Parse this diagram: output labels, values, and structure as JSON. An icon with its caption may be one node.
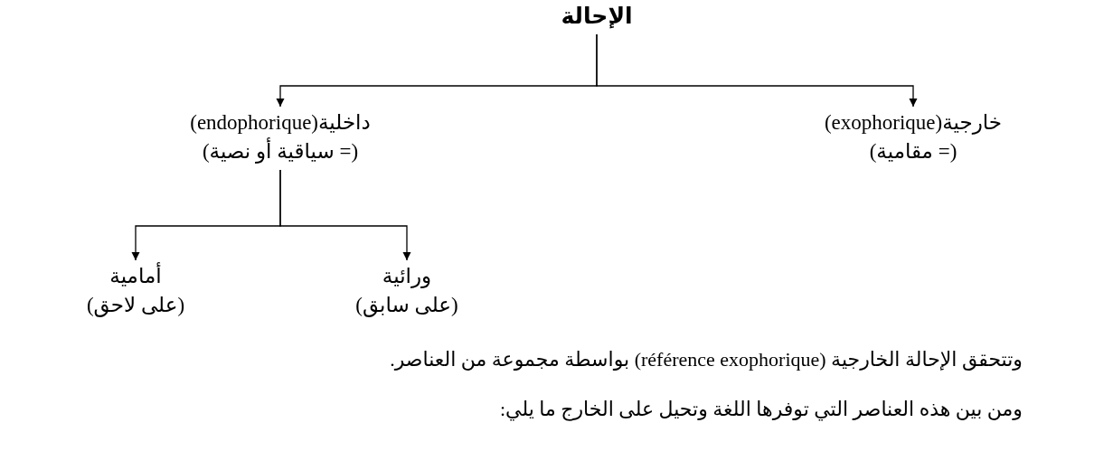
{
  "diagram": {
    "nodes": [
      {
        "text": [
          "الإحالة"
        ]
      },
      {
        "text": [
          "داخلية(endophorique)",
          "(= سياقية أو نصية)"
        ]
      },
      {
        "text": [
          "خارجية(exophorique)",
          "(= مقامية)"
        ]
      },
      {
        "text": [
          "أمامية",
          "(على لاحق)"
        ]
      },
      {
        "text": [
          "ورائية",
          "(على سابق)"
        ]
      }
    ],
    "edges": [
      {
        "from": 0,
        "to": 1,
        "arrow": "to"
      },
      {
        "from": 0,
        "to": 2,
        "arrow": "to"
      },
      {
        "from": 1,
        "to": 3,
        "arrow": "to"
      },
      {
        "from": 1,
        "to": 4,
        "arrow": "to"
      }
    ],
    "labels": [
      "وتتحقق الإحالة الخارجية (référence exophorique) بواسطة مجموعة من العناصر.",
      "ومن بين هذه العناصر التي توفرها اللغة وتحيل على الخارج ما يلي:"
    ]
  }
}
